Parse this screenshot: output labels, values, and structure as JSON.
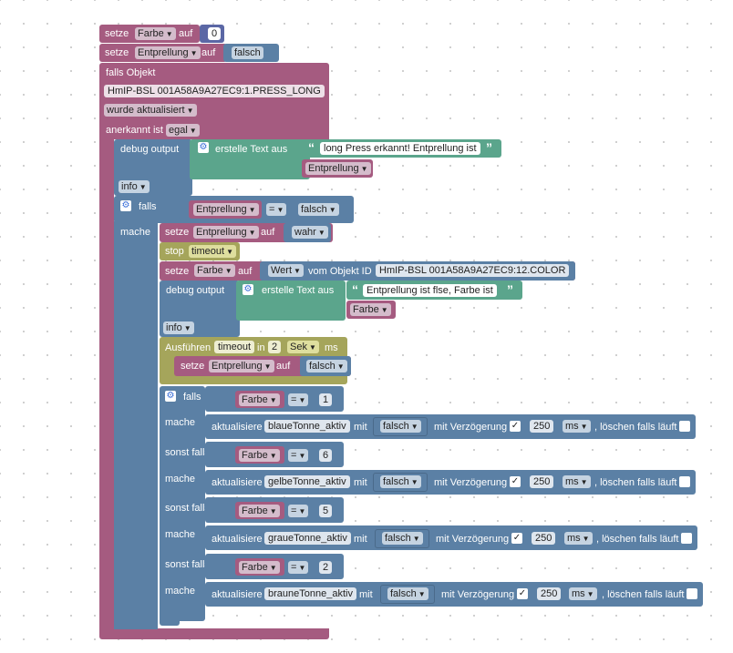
{
  "colors": {
    "variable": "#a55b80",
    "logic": "#5b80a5",
    "text": "#5ba58c",
    "timeout": "#a5a55b",
    "script": "#9f5b8c"
  },
  "b1": {
    "setze": "setze",
    "var": "Farbe",
    "auf": "auf",
    "value": "0"
  },
  "b2": {
    "setze": "setze",
    "var": "Entprellung",
    "auf": "auf",
    "value": "falsch"
  },
  "trigger": {
    "title": "falls Objekt",
    "object": "HmIP-BSL 001A58A9A27EC9:1.PRESS_LONG",
    "event": "wurde aktualisiert",
    "ack_label": "anerkannt ist",
    "ack_value": "egal"
  },
  "debug1": {
    "label": "debug output",
    "create_text": "erstelle Text aus",
    "text": "long Press erkannt! Entprellung ist",
    "var": "Entprellung",
    "level": "info"
  },
  "if1": {
    "falls": "falls",
    "var": "Entprellung",
    "op": "=",
    "value": "falsch",
    "mache": "mache"
  },
  "b3": {
    "setze": "setze",
    "var": "Entprellung",
    "auf": "auf",
    "value": "wahr"
  },
  "stop": {
    "label": "stop",
    "name": "timeout"
  },
  "b4": {
    "setze": "setze",
    "var": "Farbe",
    "auf": "auf",
    "value_label": "Wert",
    "from": "vom Objekt ID",
    "object": "HmIP-BSL 001A58A9A27EC9:12.COLOR"
  },
  "debug2": {
    "label": "debug output",
    "create_text": "erstelle Text aus",
    "text": "Entprellung ist flse, Farbe ist",
    "var": "Farbe",
    "level": "info"
  },
  "timeout": {
    "label": "Ausführen",
    "name": "timeout",
    "in": "in",
    "value": "2",
    "unit": "Sek",
    "ms": "ms"
  },
  "b5": {
    "setze": "setze",
    "var": "Entprellung",
    "auf": "auf",
    "value": "falsch"
  },
  "if2": {
    "falls": "falls",
    "sonst_falls": "sonst falls",
    "mache": "mache",
    "update_label": "aktualisiere",
    "mit": "mit",
    "delay_label": "mit Verzögerung",
    "delay_value": "250",
    "delay_unit": "ms",
    "clear_label": ", löschen falls läuft",
    "check": "✓",
    "branches": [
      {
        "var": "Farbe",
        "op": "=",
        "num": "1",
        "state": "blaueTonne_aktiv",
        "value": "falsch"
      },
      {
        "var": "Farbe",
        "op": "=",
        "num": "6",
        "state": "gelbeTonne_aktiv",
        "value": "falsch"
      },
      {
        "var": "Farbe",
        "op": "=",
        "num": "5",
        "state": "graueTonne_aktiv",
        "value": "falsch"
      },
      {
        "var": "Farbe",
        "op": "=",
        "num": "2",
        "state": "brauneTonne_aktiv",
        "value": "falsch"
      }
    ]
  }
}
